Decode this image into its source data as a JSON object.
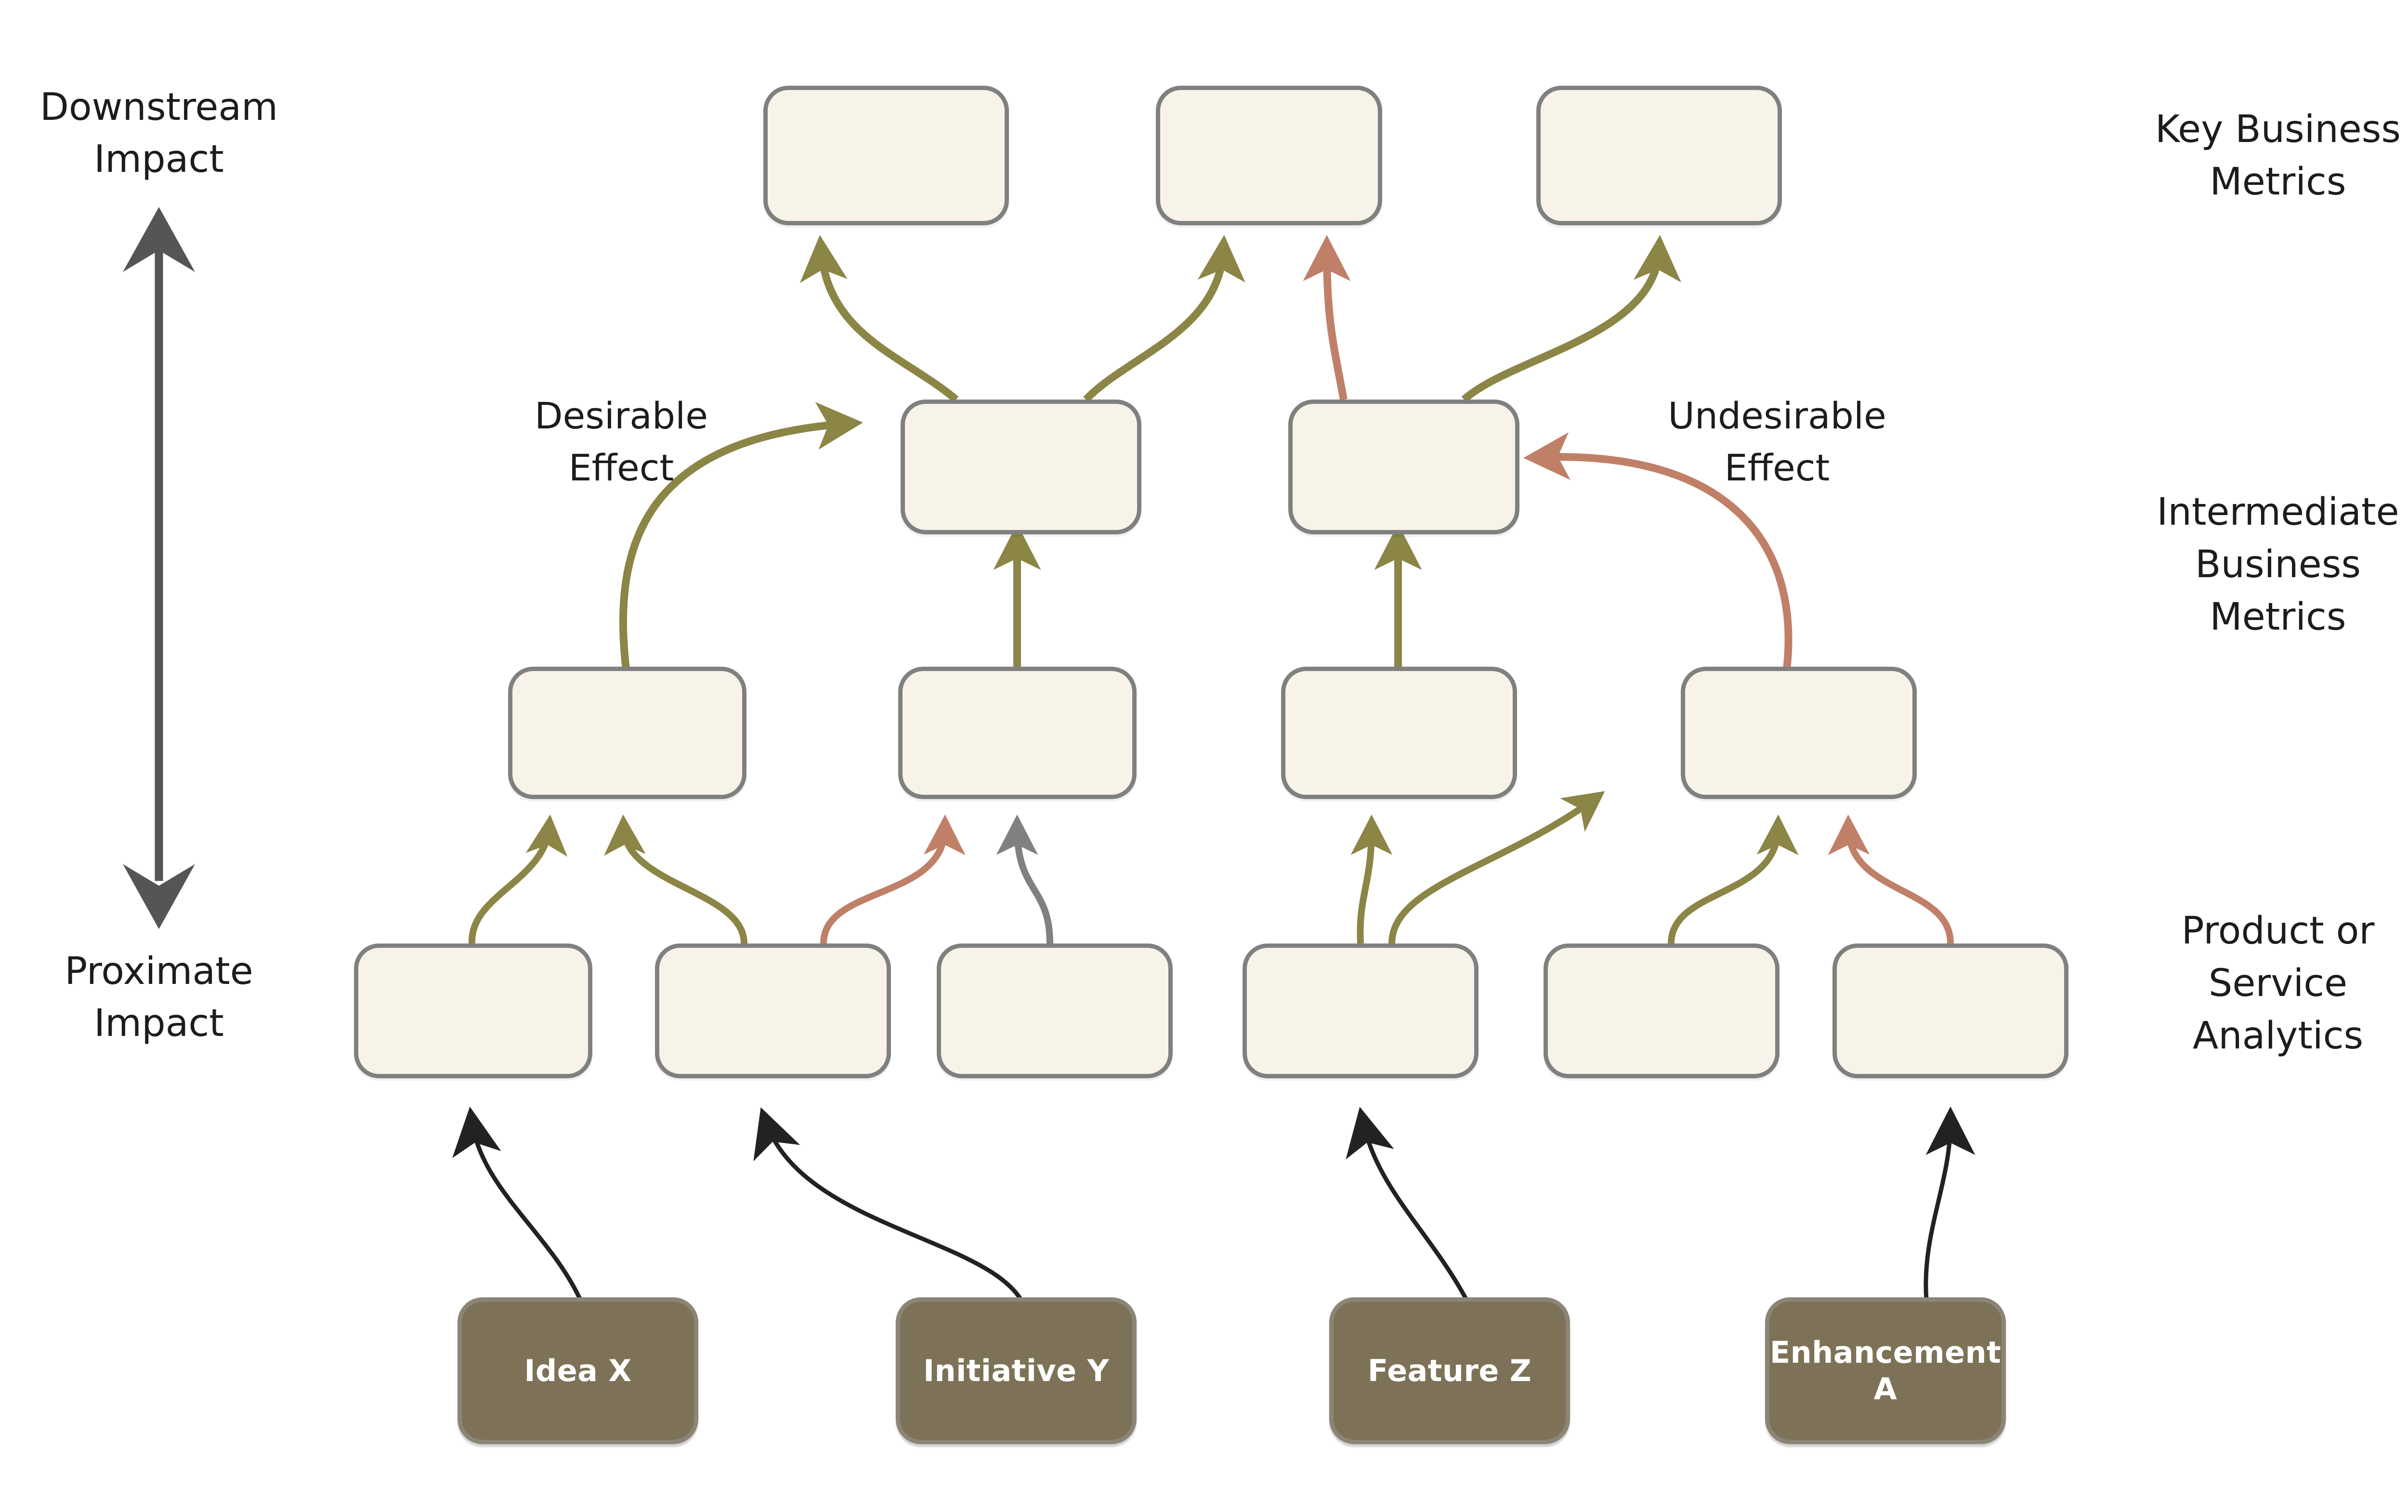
{
  "colors": {
    "canvas": "#ffffff",
    "metric_fill": "#F8F3E8",
    "metric_border": "#808080",
    "initiative_fill": "#7D7257",
    "initiative_text": "#ffffff",
    "desirable_arrow": "#8B8546",
    "undesirable_arrow": "#C08068",
    "neutral_arrow": "#808080",
    "initiative_arrow": "#222222",
    "axis_arrow": "#555555",
    "text": "#1c1c1c"
  },
  "axis": {
    "top_label": "Downstream\nImpact",
    "bottom_label": "Proximate\nImpact",
    "direction": "double-headed vertical arrow"
  },
  "row_labels": [
    {
      "id": "key-business-metrics",
      "text": "Key Business\nMetrics"
    },
    {
      "id": "intermediate-business-metrics",
      "text": "Intermediate\nBusiness\nMetrics"
    },
    {
      "id": "product-or-service-analytics",
      "text": "Product or\nService\nAnalytics"
    }
  ],
  "edge_labels": [
    {
      "id": "desirable-effect",
      "text": "Desirable\nEffect",
      "color": "#8B8546"
    },
    {
      "id": "undesirable-effect",
      "text": "Undesirable\nEffect",
      "color": "#C08068"
    }
  ],
  "rows": {
    "key_business_metrics": [
      {
        "id": "kbm-1",
        "label": ""
      },
      {
        "id": "kbm-2",
        "label": ""
      },
      {
        "id": "kbm-3",
        "label": ""
      }
    ],
    "intermediate_business_metrics": [
      {
        "id": "ibm-1",
        "label": ""
      },
      {
        "id": "ibm-2",
        "label": ""
      }
    ],
    "product_service_analytics_upper": [
      {
        "id": "psa-u-1",
        "label": ""
      },
      {
        "id": "psa-u-2",
        "label": ""
      },
      {
        "id": "psa-u-3",
        "label": ""
      },
      {
        "id": "psa-u-4",
        "label": ""
      }
    ],
    "product_service_analytics_lower": [
      {
        "id": "psa-l-1",
        "label": ""
      },
      {
        "id": "psa-l-2",
        "label": ""
      },
      {
        "id": "psa-l-3",
        "label": ""
      },
      {
        "id": "psa-l-4",
        "label": ""
      },
      {
        "id": "psa-l-5",
        "label": ""
      },
      {
        "id": "psa-l-6",
        "label": ""
      }
    ],
    "initiatives": [
      {
        "id": "idea-x",
        "label": "Idea X"
      },
      {
        "id": "initiative-y",
        "label": "Initiative Y"
      },
      {
        "id": "feature-z",
        "label": "Feature Z"
      },
      {
        "id": "enhancement-a",
        "label": "Enhancement A"
      }
    ]
  },
  "edges": [
    {
      "from": "idea-x",
      "to": "psa-l-1",
      "type": "initiative"
    },
    {
      "from": "initiative-y",
      "to": "psa-l-2",
      "type": "initiative"
    },
    {
      "from": "feature-z",
      "to": "psa-l-4",
      "type": "initiative"
    },
    {
      "from": "enhancement-a",
      "to": "psa-l-6",
      "type": "initiative"
    },
    {
      "from": "psa-l-1",
      "to": "psa-u-1",
      "type": "desirable"
    },
    {
      "from": "psa-l-2",
      "to": "psa-u-1",
      "type": "desirable"
    },
    {
      "from": "psa-l-2",
      "to": "psa-u-2",
      "type": "undesirable"
    },
    {
      "from": "psa-l-3",
      "to": "psa-u-2",
      "type": "neutral"
    },
    {
      "from": "psa-l-4",
      "to": "psa-u-3",
      "type": "desirable"
    },
    {
      "from": "psa-l-4",
      "to": "psa-u-4",
      "type": "desirable"
    },
    {
      "from": "psa-l-5",
      "to": "psa-u-4",
      "type": "desirable"
    },
    {
      "from": "psa-l-6",
      "to": "psa-u-4",
      "type": "undesirable"
    },
    {
      "from": "psa-u-1",
      "to": "ibm-1",
      "type": "desirable"
    },
    {
      "from": "psa-u-2",
      "to": "ibm-1",
      "type": "desirable"
    },
    {
      "from": "psa-u-3",
      "to": "ibm-2",
      "type": "desirable"
    },
    {
      "from": "psa-u-4",
      "to": "ibm-2",
      "type": "undesirable"
    },
    {
      "from": "ibm-1",
      "to": "kbm-1",
      "type": "desirable"
    },
    {
      "from": "ibm-1",
      "to": "kbm-2",
      "type": "desirable"
    },
    {
      "from": "ibm-2",
      "to": "kbm-2",
      "type": "undesirable"
    },
    {
      "from": "ibm-2",
      "to": "kbm-3",
      "type": "desirable"
    }
  ]
}
